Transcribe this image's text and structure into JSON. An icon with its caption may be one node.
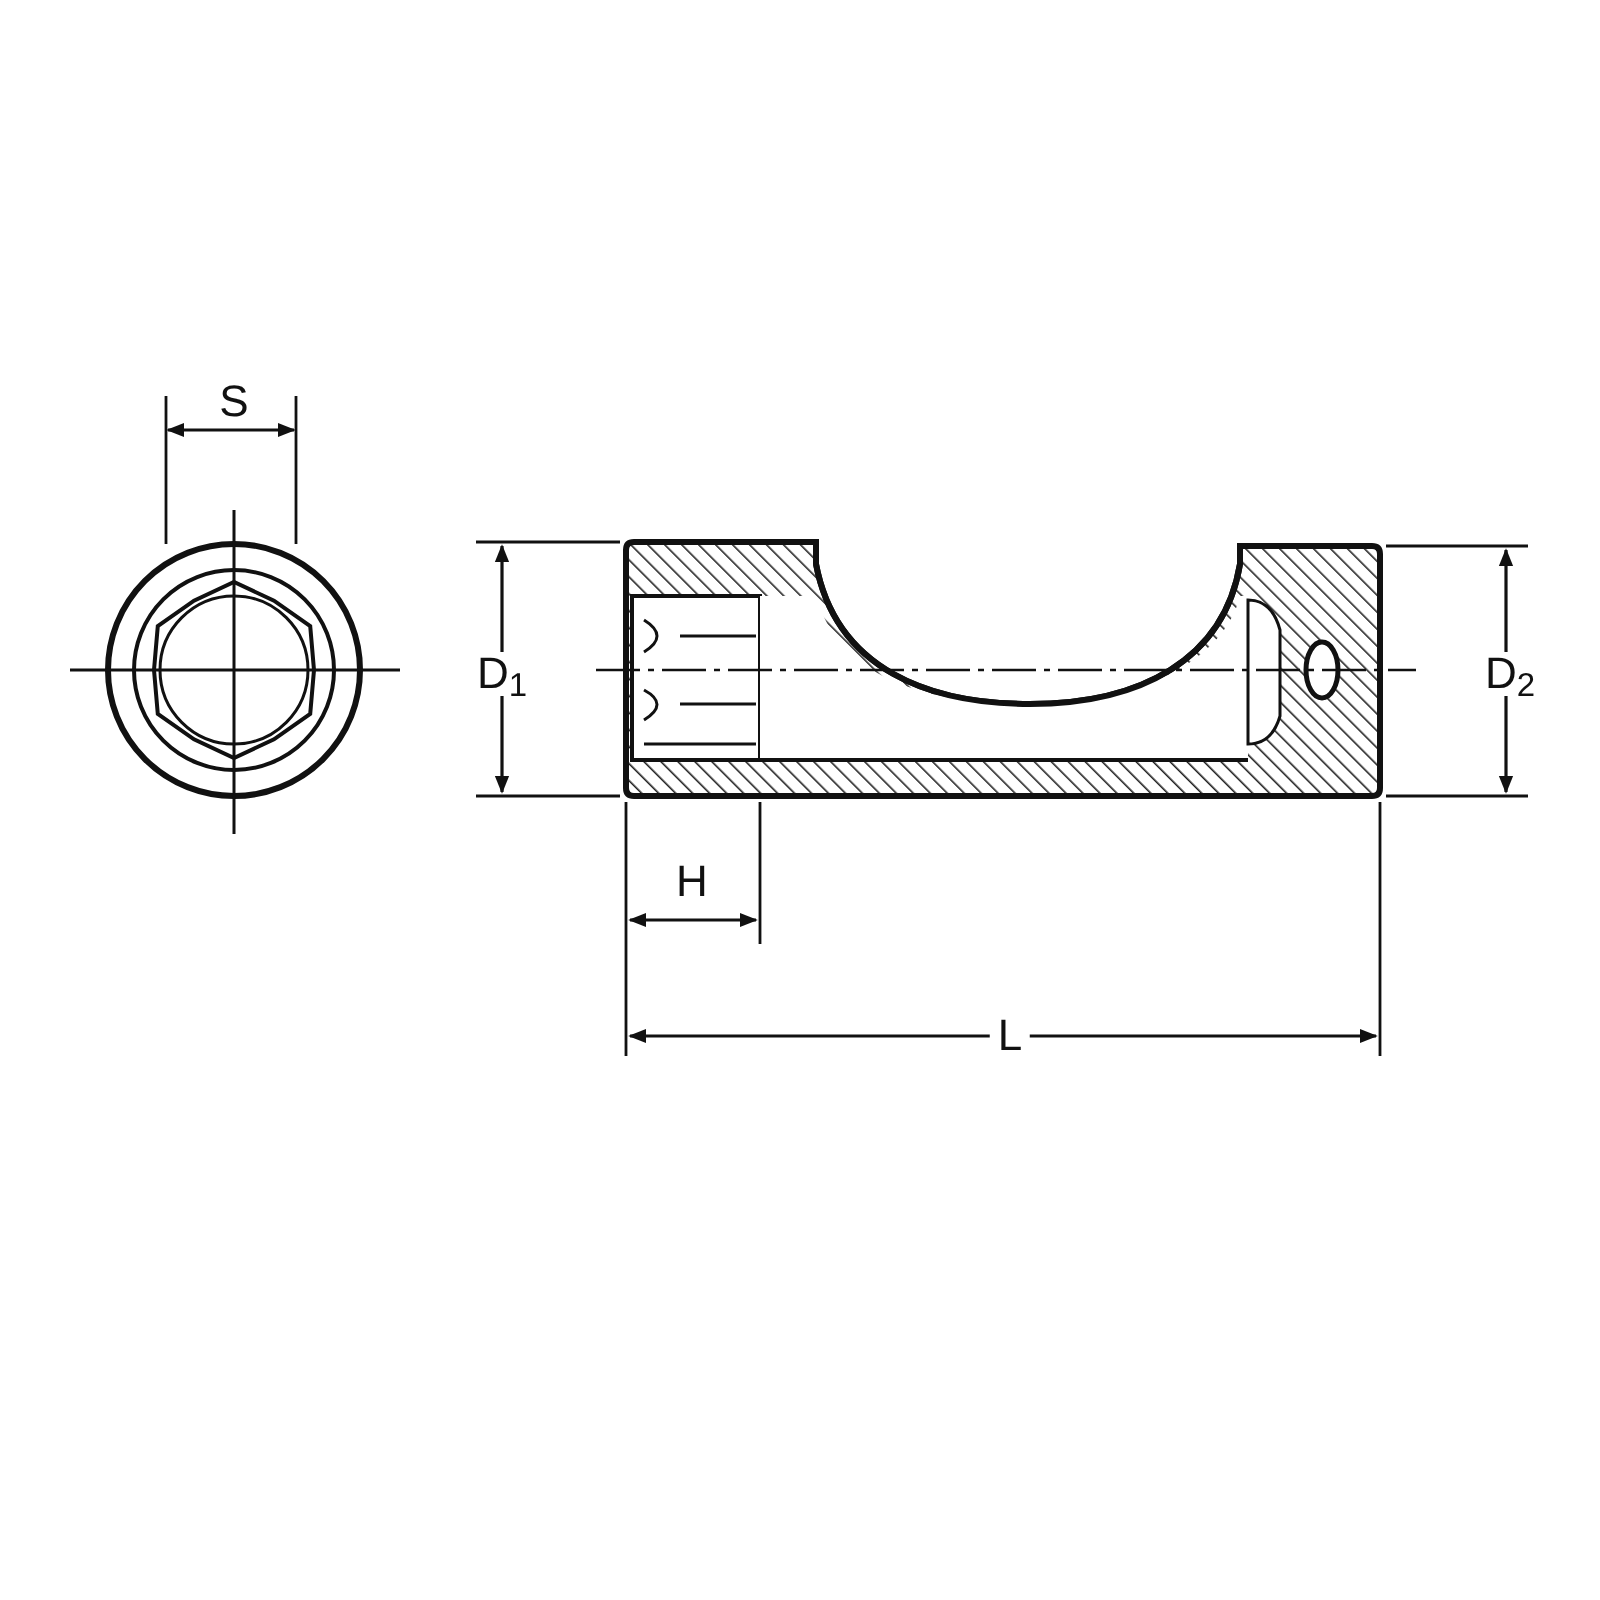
{
  "diagram": {
    "labels": [
      "S",
      "D$_{1}$",
      "D$_{2}$",
      "H",
      "L"
    ]
  }
}
